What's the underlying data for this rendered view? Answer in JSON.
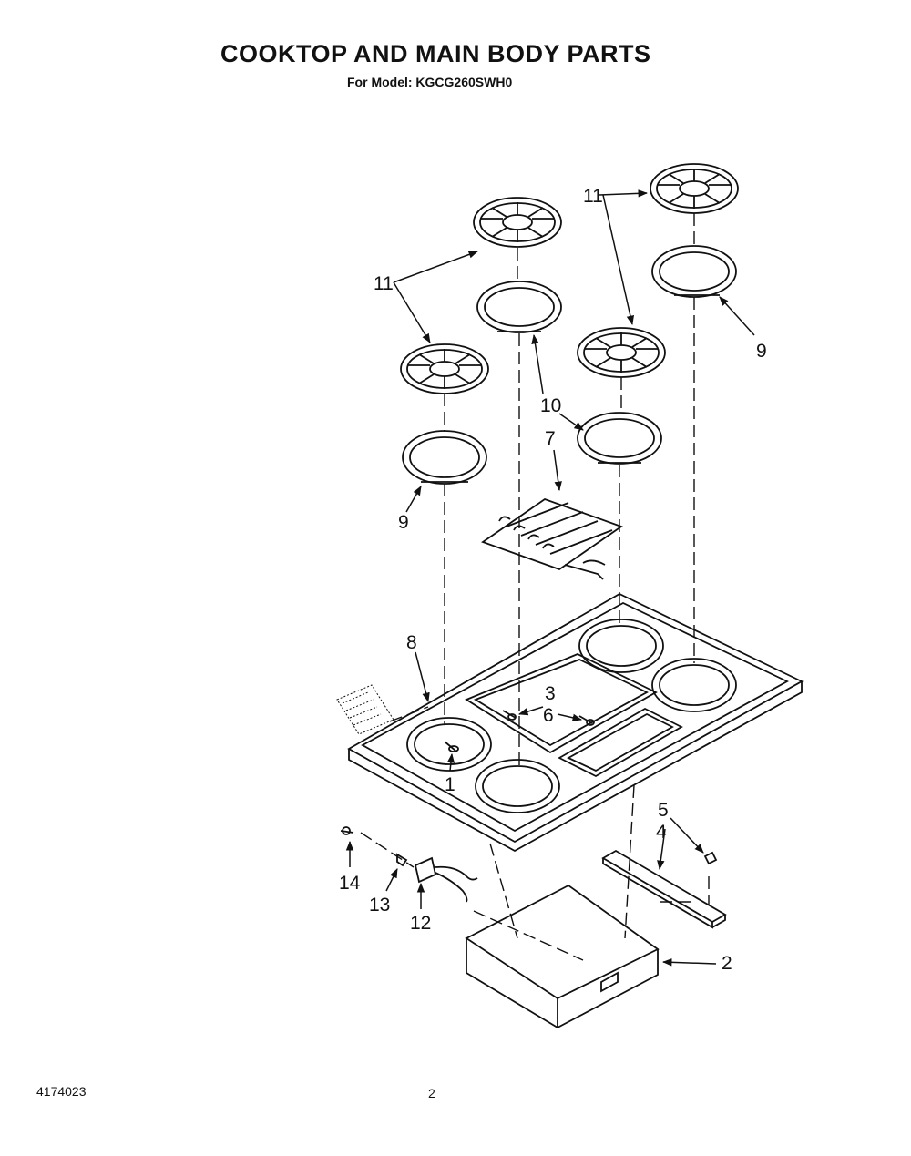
{
  "header": {
    "title": "COOKTOP AND MAIN BODY PARTS",
    "model_line": "For Model: KGCG260SWH0"
  },
  "footer": {
    "part_number": "4174023",
    "page_number": "2"
  },
  "callouts": {
    "c1": "1",
    "c2": "2",
    "c3": "3",
    "c4": "4",
    "c5": "5",
    "c6": "6",
    "c7": "7",
    "c8": "8",
    "c9a": "9",
    "c9b": "9",
    "c10": "10",
    "c11a": "11",
    "c11b": "11",
    "c12": "12",
    "c13": "13",
    "c14": "14"
  }
}
